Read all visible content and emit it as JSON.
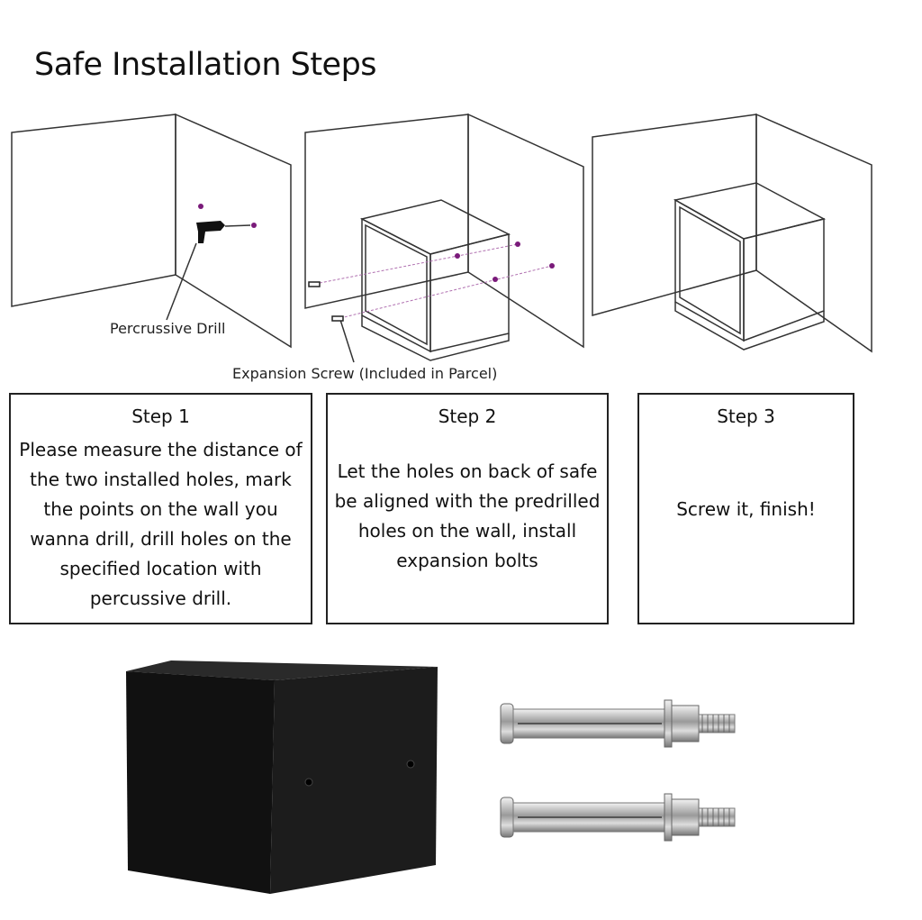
{
  "title": "Safe Installation Steps",
  "illustration_labels": {
    "drill": "Percrussive Drill",
    "screw": "Expansion Screw (Included in Parcel)"
  },
  "steps": [
    {
      "heading": "Step 1",
      "body": "Please measure the distance of the two installed holes, mark the points on the wall you wanna drill, drill holes on the specified location with percussive drill."
    },
    {
      "heading": "Step 2",
      "body": "Let the holes on back of safe be aligned with the predrilled holes on the wall, install expansion bolts"
    },
    {
      "heading": "Step 3",
      "body": "Screw it, finish!"
    }
  ],
  "colors": {
    "marker": "#7a1a7a",
    "safe": "#1a1a1a"
  }
}
